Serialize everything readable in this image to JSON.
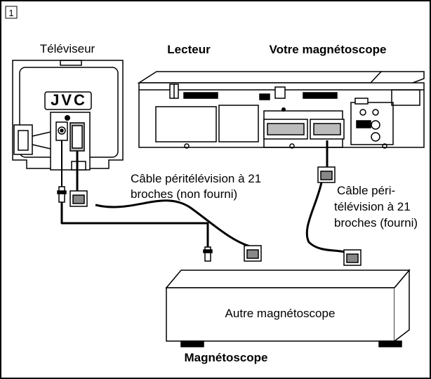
{
  "step_number": "1",
  "labels": {
    "tv": "Téléviseur",
    "player": "Lecteur",
    "your_vcr": "Votre magnétoscope",
    "tv_brand": "JVC",
    "cable_left_line1": "Câble péritélévision à 21",
    "cable_left_line2": "broches (non fourni)",
    "cable_right_line1": "Câble péri-",
    "cable_right_line2": "télévision à 21",
    "cable_right_line3": "broches (fourni)",
    "other_vcr": "Autre magnétoscope",
    "vcr": "Magnétoscope"
  }
}
